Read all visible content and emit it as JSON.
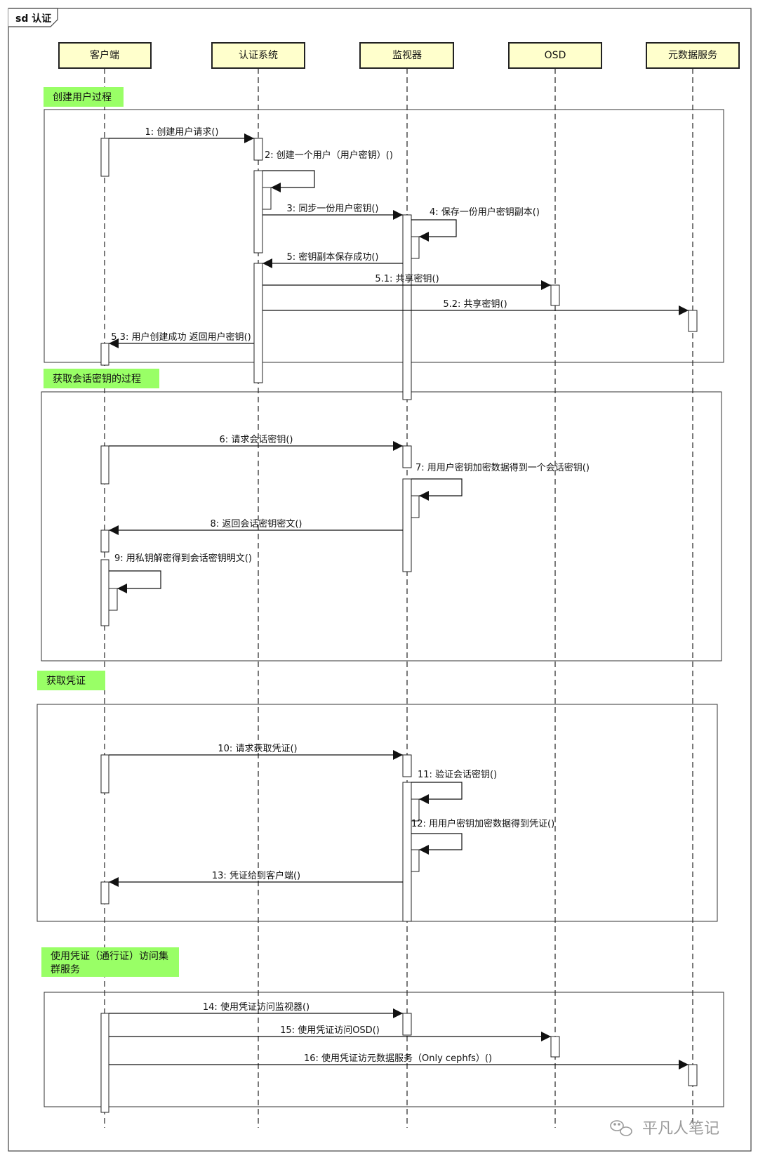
{
  "frame": {
    "title": "sd 认证"
  },
  "participants": [
    "客户端",
    "认证系统",
    "监视器",
    "OSD",
    "元数据服务"
  ],
  "sections": [
    {
      "title_lines": [
        "创建用户过程"
      ]
    },
    {
      "title_lines": [
        "获取会话密钥的过程"
      ]
    },
    {
      "title_lines": [
        "获取凭证"
      ]
    },
    {
      "title_lines": [
        "使用凭证（通行证）访问集",
        "群服务"
      ]
    }
  ],
  "messages": [
    "1: 创建用户请求()",
    "2: 创建一个用户（用户密钥）()",
    "3: 同步一份用户密钥()",
    "4: 保存一份用户密钥副本()",
    "5: 密钥副本保存成功()",
    "5.1: 共享密钥()",
    "5.2: 共享密钥()",
    "5.3: 用户创建成功 返回用户密钥()",
    "6: 请求会话密钥()",
    "7: 用用户密钥加密数据得到一个会话密钥()",
    "8: 返回会话密钥密文()",
    "9: 用私钥解密得到会话密钥明文()",
    "10: 请求获取凭证()",
    "11: 验证会话密钥()",
    "12: 用用户密钥加密数据得到凭证()",
    "13: 凭证给到客户端()",
    "14: 使用凭证访问监视器()",
    "15: 使用凭证访问OSD()",
    "16: 使用凭证访元数据服务（Only cephfs）()"
  ],
  "watermark": "平凡人笔记",
  "colors": {
    "participant_fill": "#ffffcc",
    "section_label_fill": "#99ff66",
    "line": "#111111"
  }
}
